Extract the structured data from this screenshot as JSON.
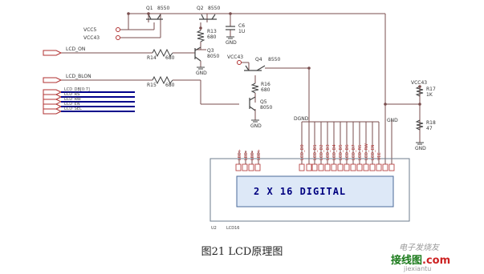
{
  "caption": "图21 LCD原理图",
  "lcd": {
    "display_text": "2 X 16 DIGITAL",
    "ref": "U2",
    "part": "LCD16"
  },
  "nets": {
    "vcc5": "VCC5",
    "vcc43": "VCC43",
    "vcc43_b": "VCC43",
    "vcc43_c": "VCC43",
    "lcd_on": "LCD_ON",
    "lcd_blon": "LCD_BLON",
    "bus1": "LCD_DB[0:7]",
    "bus2": "LCD_RS",
    "bus3": "LCD_RW",
    "bus4": "LCD_EN",
    "bus5": "LCD_SEL",
    "gnd1": "GND",
    "gnd2": "GND",
    "gnd3": "GND",
    "gnd4": "GND",
    "gnd5": "GND",
    "dgnd": "DGND"
  },
  "components": {
    "q1": "Q1",
    "q1_val": "8550",
    "q2": "Q2",
    "q2_val": "8550",
    "q3": "Q3",
    "q3_val": "8050",
    "q4": "Q4",
    "q4_val": "8550",
    "q5": "Q5",
    "q5_val": "8050",
    "r13": "R13",
    "r13_val": "680",
    "r14": "R14",
    "r14_val": "680",
    "r15": "R15",
    "r15_val": "680",
    "r16": "R16",
    "r16_val": "680",
    "r17": "R17",
    "r17_val": "1K",
    "r18": "R18",
    "r18_val": "47",
    "c6": "C6",
    "c6_val": "1U"
  },
  "colors": {
    "wire": "#7a4e4e",
    "bus": "#00008b",
    "lcd_fill": "#dde8f7",
    "pin": "#b03030",
    "tag": "#b03030"
  },
  "watermark": {
    "site_cn": "电子发烧友",
    "logo_part1": "接线图",
    "logo_part2": ".com",
    "url": "jiexiantu"
  }
}
